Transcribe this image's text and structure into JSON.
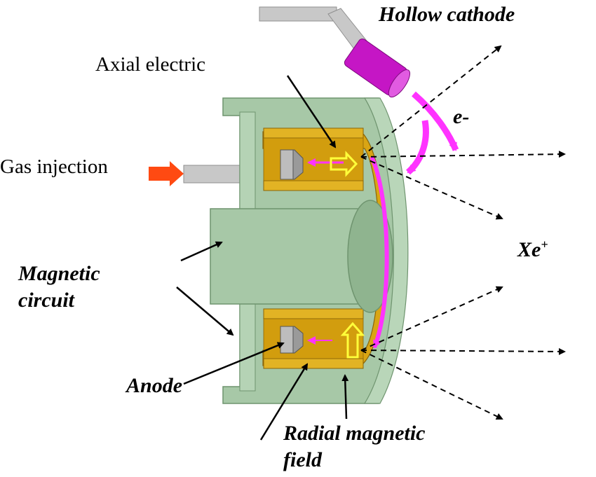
{
  "labels": {
    "hollow_cathode": "Hollow cathode",
    "axial_electric": "Axial electric",
    "gas_injection": "Gas injection",
    "e_minus": "e-",
    "xe": "Xe",
    "xe_sup": "+",
    "magnetic_circuit_line1": "Magnetic",
    "magnetic_circuit_line2": "circuit",
    "anode": "Anode",
    "radial_line1": "Radial magnetic",
    "radial_line2": "field"
  },
  "colors": {
    "body_green": "#a7c8a7",
    "body_green_dark": "#7fa57f",
    "channel_gold": "#d9a514",
    "channel_gold_dark": "#b9870b",
    "magenta": "#ff33ff",
    "cathode_purple": "#c516c5",
    "gas_arrow": "#ff4a12",
    "pipe_gray": "#c8c8c8",
    "anode_gray": "#9a9a9a",
    "field_yellow": "#ffff3a"
  }
}
